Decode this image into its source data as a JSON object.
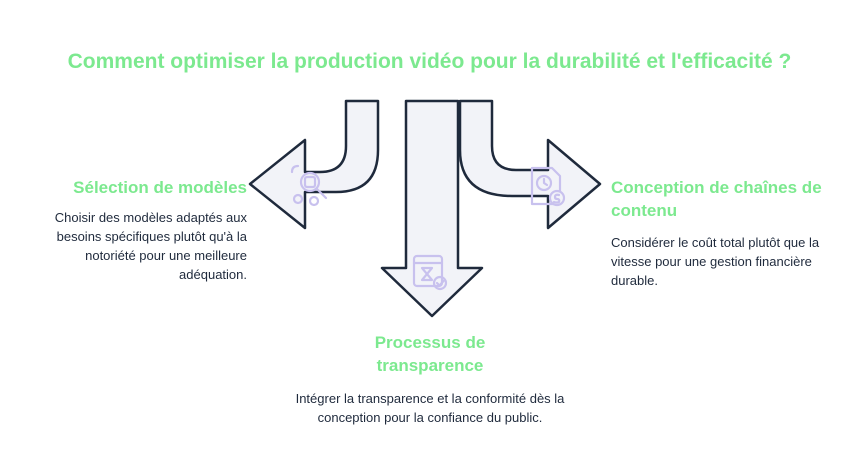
{
  "title": "Comment optimiser la production vidéo pour la durabilité et l'efficacité ?",
  "branches": {
    "left": {
      "heading": "Sélection de modèles",
      "description": "Choisir des modèles adaptés aux besoins spécifiques plutôt qu'à la notoriété pour une meilleure adéquation.",
      "icon": "model-search-icon"
    },
    "center": {
      "heading": "Processus de transparence",
      "description": "Intégrer la transparence et la conformité dès la conception pour la confiance du public.",
      "icon": "compliance-document-icon"
    },
    "right": {
      "heading": "Conception de chaînes de contenu",
      "description": "Considérer le coût total plutôt que la vitesse pour une gestion financière durable.",
      "icon": "cost-clock-icon"
    }
  },
  "colors": {
    "accent": "#7ce98f",
    "arrow_fill": "#f2f3f8",
    "arrow_stroke": "#1f2a3c",
    "icon": "#c8c1ee",
    "text": "#1f2a3c"
  }
}
